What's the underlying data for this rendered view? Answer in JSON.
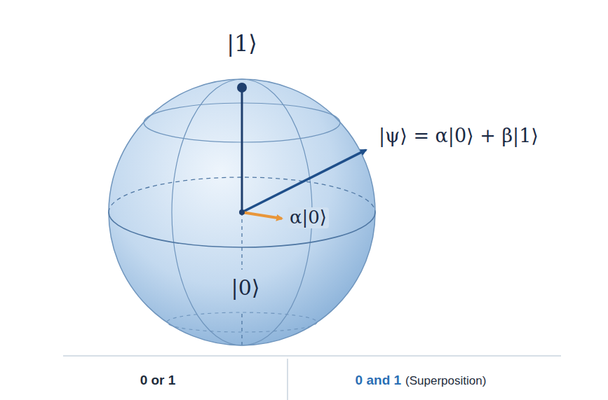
{
  "diagram": {
    "labels": [
      "|1⟩",
      "|ψ⟩ = α|0⟩ + β|1⟩",
      "α|0⟩",
      "|0⟩",
      "0 or 1",
      "0 and 1",
      "(Superposition)"
    ]
  }
}
